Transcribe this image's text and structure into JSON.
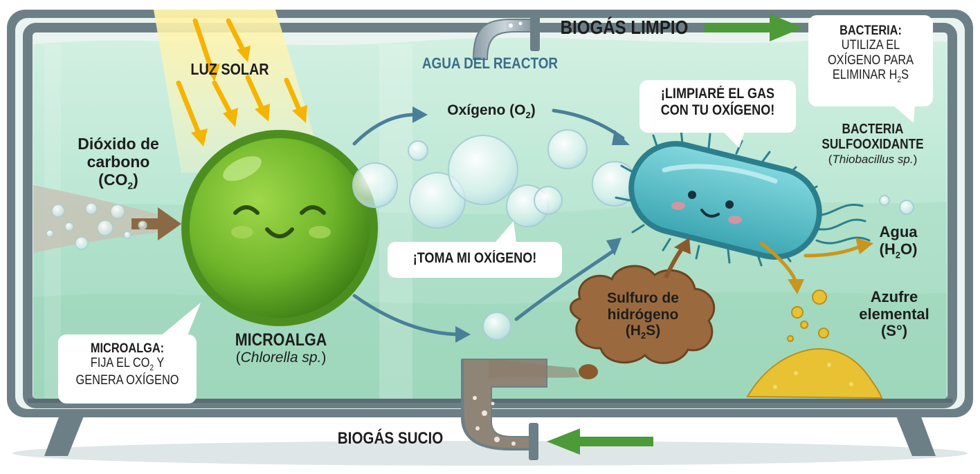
{
  "labels": {
    "luz_solar": "LUZ SOLAR",
    "agua_reactor": "AGUA DEL REACTOR",
    "biogas_limpio": "BIOGÁS LIMPIO",
    "biogas_sucio": "BIOGÁS SUCIO",
    "co2_line1": "Dióxido de",
    "co2_line2": "carbono",
    "co2_line3": "(CO",
    "co2_sub": "2",
    "co2_close": ")",
    "oxygen": "Oxígeno (O",
    "oxygen_sub": "2",
    "oxygen_close": ")",
    "microalga_title": "MICROALGA",
    "microalga_species": "Chlorella sp.",
    "bacteria_title_1": "BACTERIA",
    "bacteria_title_2": "SULFOOXIDANTE",
    "bacteria_species": "Thiobacillus sp.",
    "h2s_line1": "Sulfuro de",
    "h2s_line2": "hidrógeno",
    "h2s_line3a": "(H",
    "h2s_sub": "2",
    "h2s_line3b": "S)",
    "agua_line1": "Agua",
    "agua_line2a": "(H",
    "agua_sub": "2",
    "agua_line2b": "O)",
    "azufre_line1": "Azufre",
    "azufre_line2": "elemental",
    "azufre_line3": "(S°)"
  },
  "bubbles": {
    "toma_oxigeno": "¡TOMA MI OXÍGENO!",
    "limpiare_1": "¡LIMPIARÉ EL GAS",
    "limpiare_2": "CON TU OXÍGENO!"
  },
  "info_boxes": {
    "microalga_title": "MICROALGA:",
    "microalga_line1a": "FIJA EL CO",
    "microalga_line1_sub": "2",
    "microalga_line1b": " Y",
    "microalga_line2": "GENERA OXÍGENO",
    "bacteria_title": "BACTERIA:",
    "bacteria_line1": "UTILIZA EL",
    "bacteria_line2": "OXÍGENO PARA",
    "bacteria_line3a": "ELIMINAR H",
    "bacteria_line3_sub": "2",
    "bacteria_line3b": "S"
  },
  "colors": {
    "tank_frame": "#6d7f86",
    "water": "#b9e6d2",
    "water_deep": "#a6dcc4",
    "algae": "#6fb52a",
    "algae_dark": "#3f7f16",
    "bacteria": "#5cc3c9",
    "bacteria_dark": "#2b7f8d",
    "h2s_cloud": "#9a6a3e",
    "sulfur": "#e8c233",
    "arrow_green": "#4d9a38",
    "arrow_blue": "#4a7f98",
    "arrow_brown": "#8a5a2c",
    "arrow_gold": "#c8961e",
    "sun_arrow": "#f5b400"
  }
}
